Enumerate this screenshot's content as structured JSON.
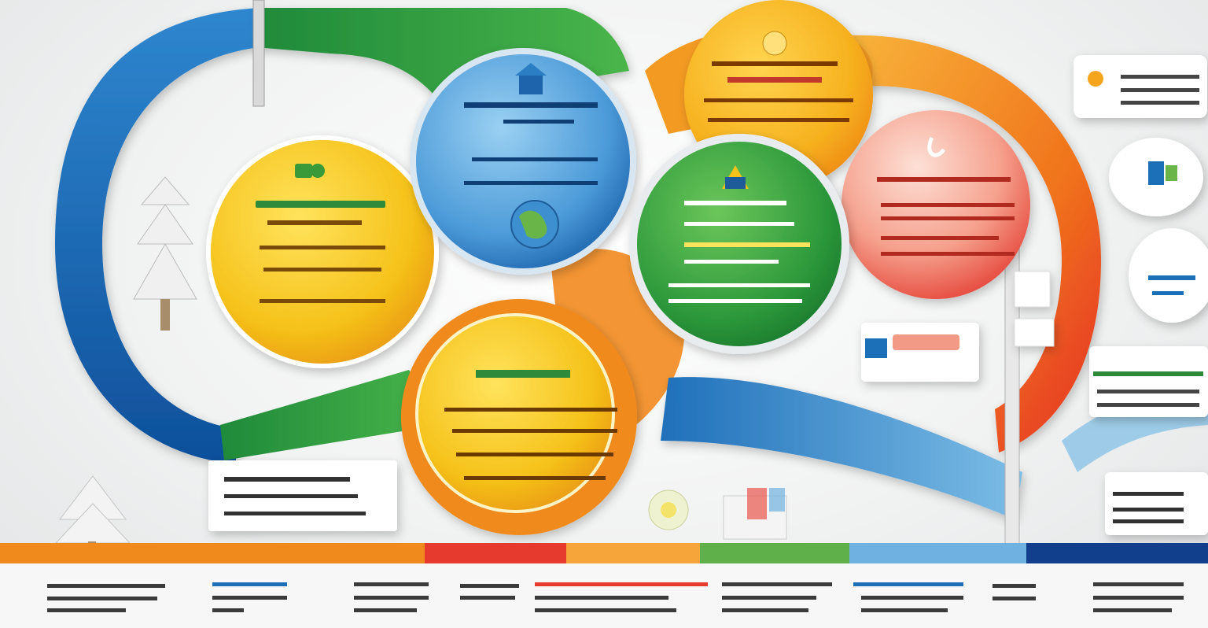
{
  "diagram": {
    "palette": {
      "blue": "#1d6fb8",
      "green": "#2e9a3c",
      "yellow": "#f4c21a",
      "orange": "#f08a1c",
      "red": "#e63a2e",
      "navy": "#123f8c",
      "light_blue": "#6fb1e0"
    },
    "circles": [
      {
        "id": "yellow-left",
        "icon": "puzzle-icon",
        "title": "",
        "color": "#f4c21a"
      },
      {
        "id": "blue-top",
        "icon": "globe-icon",
        "title": "",
        "color": "#3d8fd0"
      },
      {
        "id": "orange-top",
        "icon": "building-icon",
        "title": "",
        "color": "#f6b11e"
      },
      {
        "id": "green-right",
        "icon": "document-icon",
        "title": "",
        "color": "#2e9a3c"
      },
      {
        "id": "pink-right",
        "icon": "clip-icon",
        "title": "",
        "color": "#f29a86"
      },
      {
        "id": "yellow-bottom",
        "icon": "",
        "title": "",
        "color": "#f5c21c"
      }
    ],
    "timeline_segments": [
      {
        "color": "#f08a1c",
        "label": ""
      },
      {
        "color": "#e63a2e",
        "label": ""
      },
      {
        "color": "#f5a53a",
        "label": ""
      },
      {
        "color": "#5fb04a",
        "label": ""
      },
      {
        "color": "#6fb1e0",
        "label": ""
      },
      {
        "color": "#123f8c",
        "label": ""
      }
    ]
  }
}
